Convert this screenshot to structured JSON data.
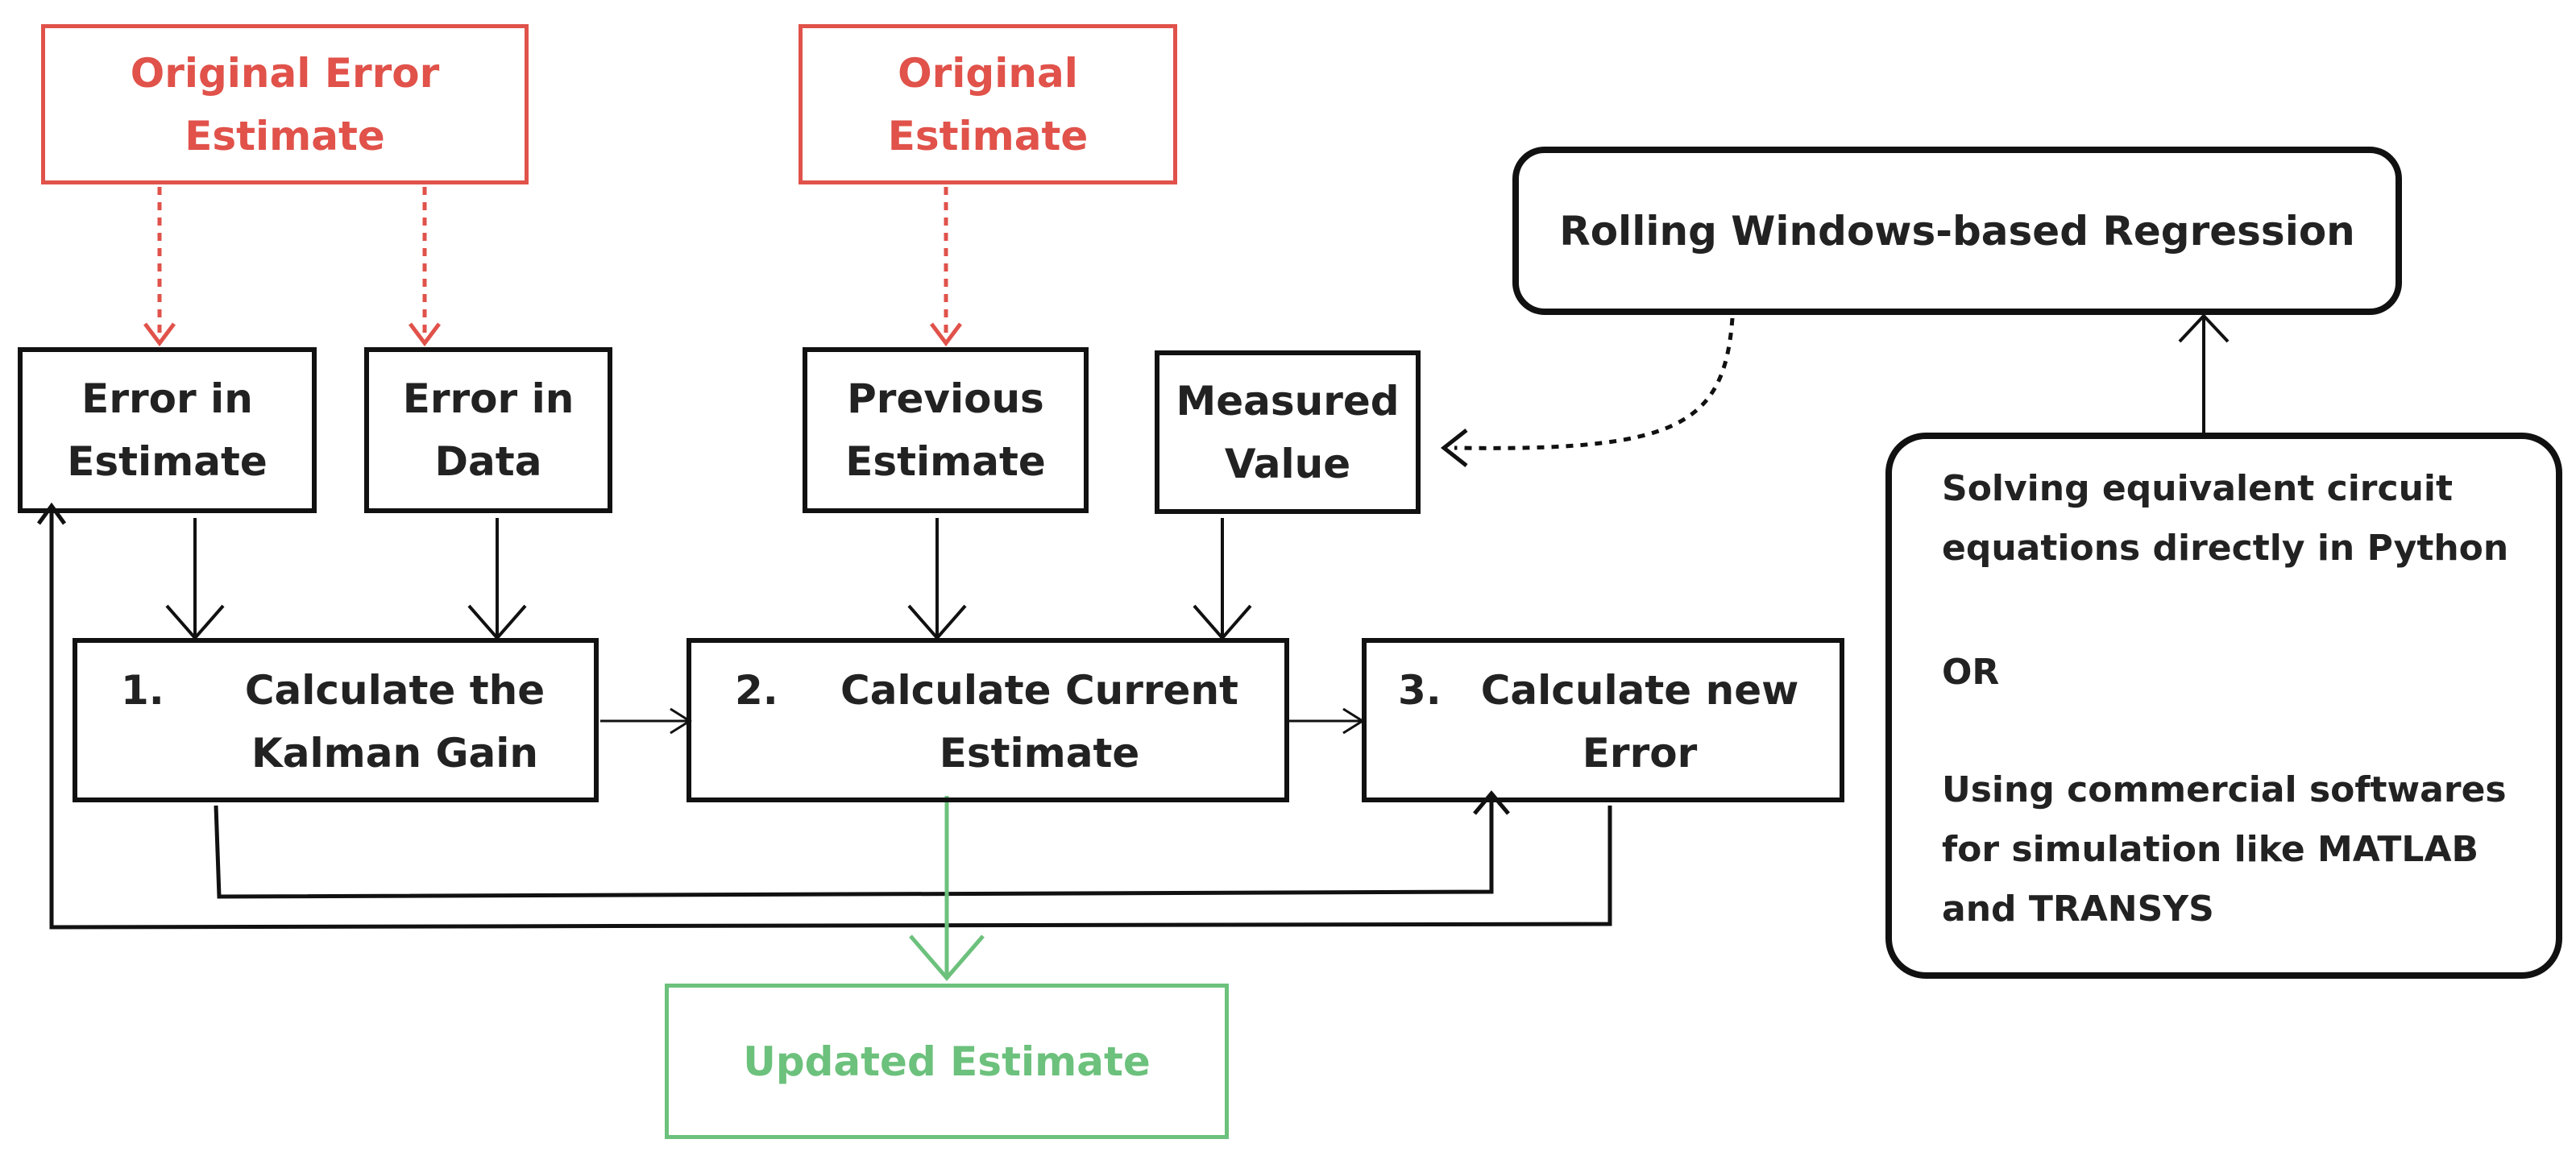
{
  "colors": {
    "red": "#e0524a",
    "green": "#6cc17c",
    "black": "#111111"
  },
  "sources": {
    "original_error_estimate": "Original Error\nEstimate",
    "original_estimate": "Original\nEstimate"
  },
  "inputs": {
    "error_in_estimate": "Error in\nEstimate",
    "error_in_data": "Error in\nData",
    "previous_estimate": "Previous\nEstimate",
    "measured_value": "Measured\nValue"
  },
  "steps": [
    {
      "number": "1.",
      "label": "Calculate the\nKalman Gain"
    },
    {
      "number": "2.",
      "label": "Calculate Current\nEstimate"
    },
    {
      "number": "3.",
      "label": "Calculate new\nError"
    }
  ],
  "output": {
    "updated_estimate": "Updated Estimate"
  },
  "side": {
    "regression": "Rolling Windows-based Regression",
    "line1": "Solving equivalent circuit",
    "line2": "equations directly in Python",
    "line3": "OR",
    "line4": "Using commercial softwares",
    "line5": "for simulation like MATLAB",
    "line6": "and TRANSYS"
  }
}
